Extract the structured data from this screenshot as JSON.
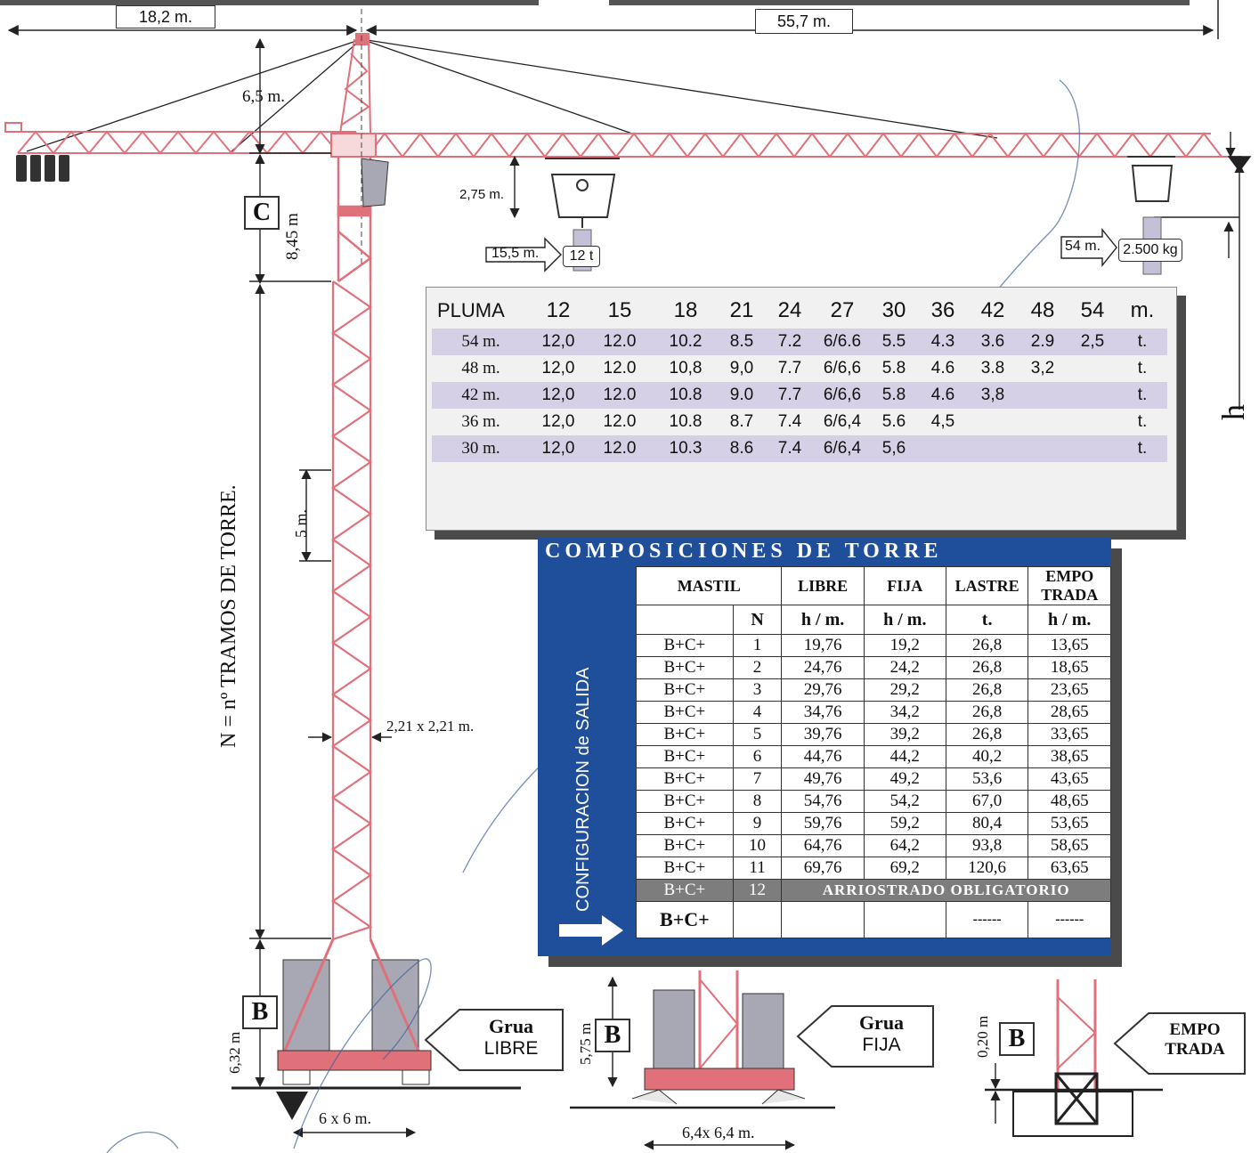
{
  "dimensions": {
    "counter_jib": "18,2 m.",
    "jib": "55,7 m.",
    "top_height": "6,5 m.",
    "c_section": "8,45 m",
    "hook_drop": "2,75 m.",
    "mast_section": "5 m.",
    "mast_size": "2,21 x 2,21 m.",
    "base_free_height": "6,32 m",
    "base_free_footprint": "6 x 6 m.",
    "base_fixed_height": "5,75 m",
    "base_fixed_footprint": "6,4x 6,4 m.",
    "base_embedded_height": "0,20 m",
    "h_label": "h"
  },
  "loads": {
    "near": {
      "radius": "15,5 m.",
      "load": "12 t"
    },
    "tip": {
      "radius": "54 m.",
      "load": "2.500 kg"
    }
  },
  "section_letters": {
    "c": "C",
    "b": "B"
  },
  "tower_label": "N = nº TRAMOS DE TORRE.",
  "load_table": {
    "header": [
      "PLUMA",
      "12",
      "15",
      "18",
      "21",
      "24",
      "27",
      "30",
      "36",
      "42",
      "48",
      "54",
      "m."
    ],
    "rows": [
      {
        "jib": "54 m.",
        "values": [
          "12,0",
          "12.0",
          "10.2",
          "8.5",
          "7.2",
          "6/6.6",
          "5.5",
          "4.3",
          "3.6",
          "2.9",
          "2,5"
        ],
        "unit": "t."
      },
      {
        "jib": "48 m.",
        "values": [
          "12,0",
          "12.0",
          "10,8",
          "9,0",
          "7.7",
          "6/6,6",
          "5.8",
          "4.6",
          "3.8",
          "3,2",
          ""
        ],
        "unit": "t."
      },
      {
        "jib": "42 m.",
        "values": [
          "12,0",
          "12.0",
          "10.8",
          "9.0",
          "7.7",
          "6/6,6",
          "5.8",
          "4.6",
          "3,8",
          "",
          ""
        ],
        "unit": "t."
      },
      {
        "jib": "36 m.",
        "values": [
          "12,0",
          "12.0",
          "10.8",
          "8.7",
          "7.4",
          "6/6,4",
          "5.6",
          "4,5",
          "",
          "",
          ""
        ],
        "unit": "t."
      },
      {
        "jib": "30 m.",
        "values": [
          "12,0",
          "12.0",
          "10.3",
          "8.6",
          "7.4",
          "6/6,4",
          "5,6",
          "",
          "",
          "",
          ""
        ],
        "unit": "t."
      }
    ]
  },
  "composition": {
    "title": "COMPOSICIONES DE TORRE",
    "side_label": "CONFIGURACION de SALIDA",
    "headers": [
      "MASTIL",
      "LIBRE",
      "FIJA",
      "LASTRE",
      "EMPO TRADA"
    ],
    "subheaders": [
      "N",
      "h / m.",
      "h / m.",
      "t.",
      "h / m."
    ],
    "rows": [
      [
        "B+C+",
        "1",
        "19,76",
        "19,2",
        "26,8",
        "13,65"
      ],
      [
        "B+C+",
        "2",
        "24,76",
        "24,2",
        "26,8",
        "18,65"
      ],
      [
        "B+C+",
        "3",
        "29,76",
        "29,2",
        "26,8",
        "23,65"
      ],
      [
        "B+C+",
        "4",
        "34,76",
        "34,2",
        "26,8",
        "28,65"
      ],
      [
        "B+C+",
        "5",
        "39,76",
        "39,2",
        "26,8",
        "33,65"
      ],
      [
        "B+C+",
        "6",
        "44,76",
        "44,2",
        "40,2",
        "38,65"
      ],
      [
        "B+C+",
        "7",
        "49,76",
        "49,2",
        "53,6",
        "43,65"
      ],
      [
        "B+C+",
        "8",
        "54,76",
        "54,2",
        "67,0",
        "48,65"
      ],
      [
        "B+C+",
        "9",
        "59,76",
        "59,2",
        "80,4",
        "53,65"
      ],
      [
        "B+C+",
        "10",
        "64,76",
        "64,2",
        "93,8",
        "58,65"
      ],
      [
        "B+C+",
        "11",
        "69,76",
        "69,2",
        "120,6",
        "63,65"
      ]
    ],
    "band_row": {
      "mastil": "B+C+",
      "n": "12",
      "text": "ARRIOSTRADO OBLIGATORIO"
    },
    "last_row": {
      "mastil": "B+C+",
      "lastre": "------",
      "empotrada": "------"
    }
  },
  "callouts": {
    "libre": {
      "line1": "Grua",
      "line2": "LIBRE"
    },
    "fija": {
      "line1": "Grua",
      "line2": "FIJA"
    },
    "empotrada": {
      "line1": "EMPO",
      "line2": "TRADA"
    }
  },
  "colors": {
    "crane": "#e0707a",
    "panel_blue": "#1f4f9b",
    "shade": "#d6d0e6",
    "ballast": "#a8a8b4"
  }
}
